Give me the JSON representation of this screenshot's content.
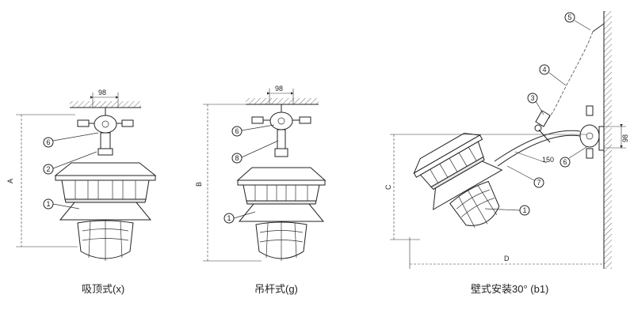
{
  "captions": {
    "ceiling": "吸顶式(x)",
    "pendant": "吊杆式(g)",
    "wall": "壁式安装30° (b1)"
  },
  "dimensions": {
    "ceiling_width": "98",
    "pendant_width": "98",
    "wall_width": "98",
    "height_a": "A",
    "height_b": "B",
    "height_c": "C",
    "depth_d": "D",
    "arm_radius": "150"
  },
  "part_callouts": {
    "p1": "1",
    "p2": "2",
    "p3": "3",
    "p4": "4",
    "p5": "5",
    "p6": "6",
    "p7": "7",
    "p8": "8"
  }
}
